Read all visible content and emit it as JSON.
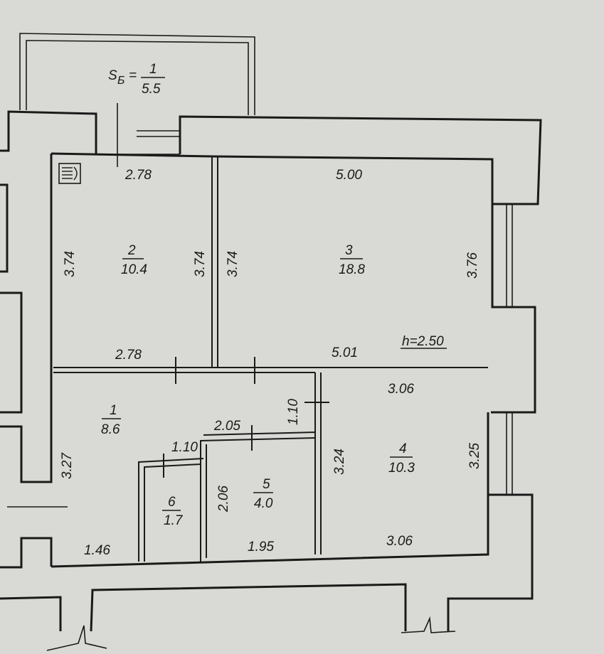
{
  "balcony": {
    "label_main": "S",
    "label_sub": "Б",
    "eq": "=",
    "num": "1",
    "den": "5.5"
  },
  "rooms": [
    {
      "id": "1",
      "area": "8.6"
    },
    {
      "id": "2",
      "area": "10.4"
    },
    {
      "id": "3",
      "area": "18.8"
    },
    {
      "id": "4",
      "area": "10.3"
    },
    {
      "id": "5",
      "area": "4.0"
    },
    {
      "id": "6",
      "area": "1.7"
    }
  ],
  "dims": {
    "r2_top": "2.78",
    "r2_left": "3.74",
    "r2_right": "3.74",
    "r2_bottom": "2.78",
    "r3_top": "5.00",
    "r3_left": "3.74",
    "r3_right": "3.76",
    "r3_bottom": "5.01",
    "r4_top": "3.06",
    "r4_left": "3.24",
    "r4_right": "3.25",
    "r4_bottom": "3.06",
    "r1_left": "3.27",
    "r1_bottom": "1.46",
    "r5_top": "2.05",
    "r5_left": "2.06",
    "r5_bottom": "1.95",
    "corr_v": "1.10",
    "r6_top": "1.10"
  },
  "ceiling": "h=2.50"
}
